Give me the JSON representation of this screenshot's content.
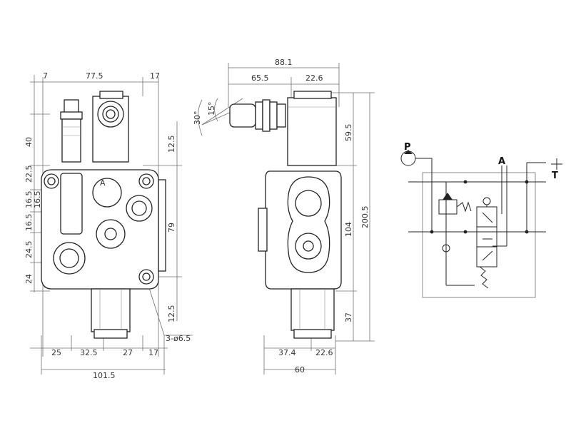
{
  "front_view": {
    "dims_top": [
      "7",
      "77.5",
      "17"
    ],
    "dims_left": [
      "40",
      "22.5",
      "16.5",
      "16.5",
      "16.5",
      "24.5",
      "24"
    ],
    "dims_right": [
      "12.5",
      "79",
      "12.5"
    ],
    "dims_bottom": [
      "25",
      "32.5",
      "27",
      "17"
    ],
    "total_width": "101.5",
    "hole_callout": "3-ø6.5",
    "port_label": "A"
  },
  "side_view": {
    "overall_width": "88.1",
    "dims_top": [
      "65.5",
      "22.6"
    ],
    "angle_outer": "30°",
    "angle_inner": "15°",
    "dims_right": [
      "59.5",
      "104",
      "37"
    ],
    "overall_height": "200.5",
    "dims_bottom": [
      "37.4",
      "22.6"
    ],
    "total_depth": "60"
  },
  "schematic": {
    "port_p": "P",
    "port_a": "A",
    "port_t": "T"
  },
  "colors": {
    "line": "#222222",
    "dimension": "#6f6f6f",
    "background": "#ffffff"
  }
}
